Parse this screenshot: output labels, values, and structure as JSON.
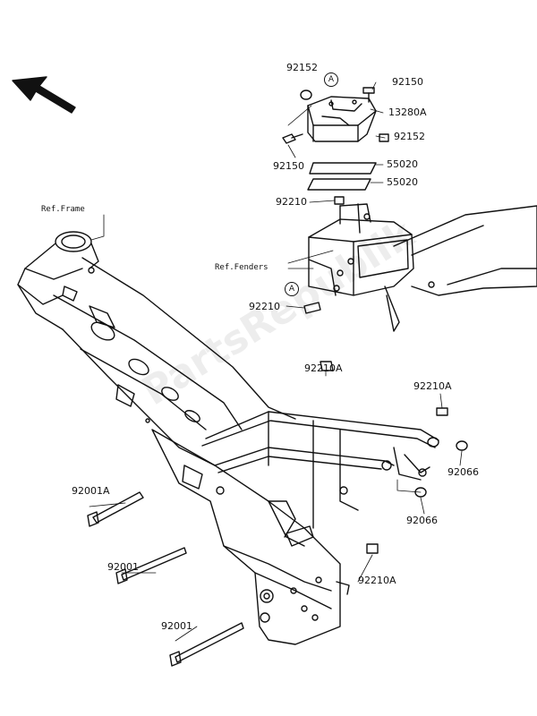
{
  "labels": {
    "p92152_top": "92152",
    "p92150_top": "92150",
    "p13280A": "13280A",
    "p92152_right": "92152",
    "p92150_left": "92150",
    "p55020_a": "55020",
    "p55020_b": "55020",
    "p92210_a": "92210",
    "p92210_b": "92210",
    "p92210A_a": "92210A",
    "p92210A_b": "92210A",
    "p92210A_c": "92210A",
    "p92066_a": "92066",
    "p92066_b": "92066",
    "p92001A": "92001A",
    "p92001_a": "92001",
    "p92001_b": "92001"
  },
  "refs": {
    "frame": "Ref.Frame",
    "fenders": "Ref.Fenders"
  },
  "callouts": {
    "a_top": "A",
    "a_lower": "A"
  },
  "watermark": "PartsRepublik"
}
